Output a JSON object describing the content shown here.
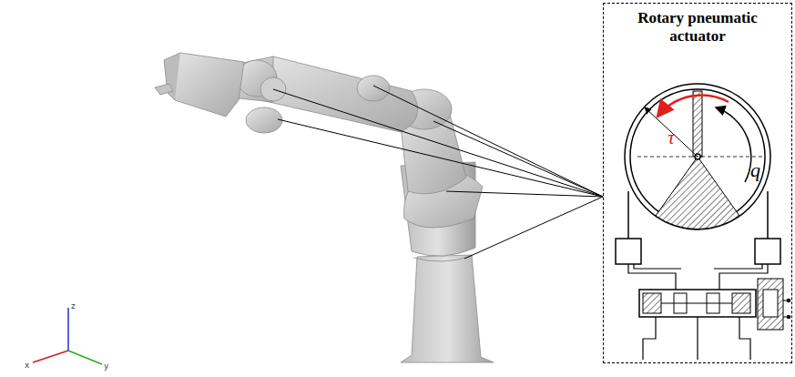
{
  "diagram": {
    "nodes": [
      {
        "text": [
          "Rotary pneumatic actuator"
        ]
      }
    ],
    "labels": [
      "τ",
      "q",
      "x",
      "y",
      "z"
    ]
  }
}
